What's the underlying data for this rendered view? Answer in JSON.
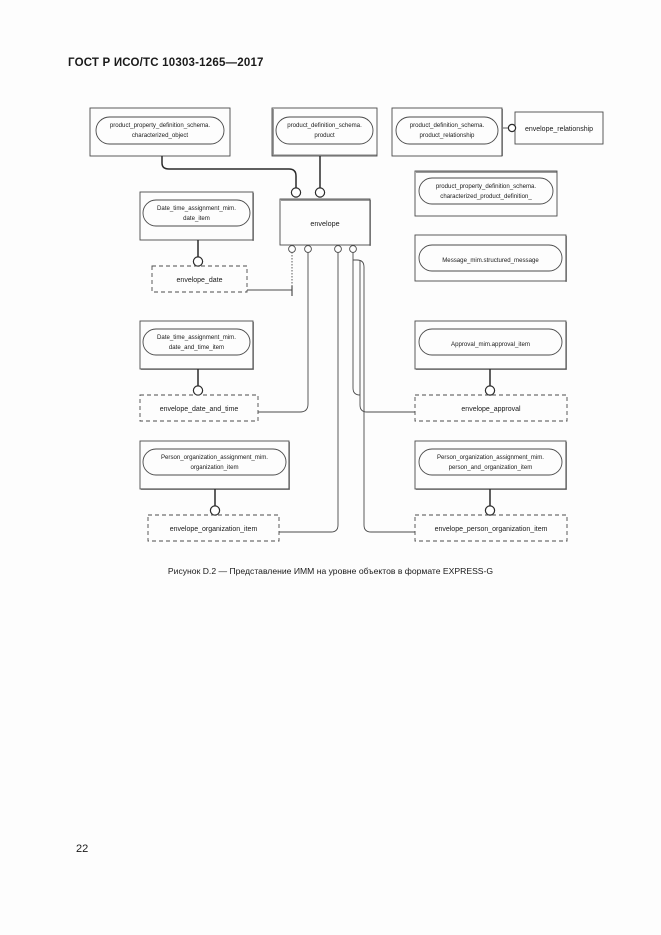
{
  "document": {
    "header": "ГОСТ Р ИСО/ТС 10303-1265—2017",
    "page_number": "22",
    "caption": "Рисунок D.2 — Представление ИММ на уровне объектов в формате EXPRESS-G"
  },
  "diagram": {
    "type": "EXPRESS-G object level entity diagram",
    "entity_boxes": [
      {
        "id": "characterized_object",
        "line1": "product_property_definition_schema.",
        "line2": "characterized_object"
      },
      {
        "id": "product",
        "line1": "product_definition_schema.",
        "line2": "product"
      },
      {
        "id": "product_relationship",
        "line1": "product_definition_schema.",
        "line2": "product_relationship"
      },
      {
        "id": "characterized_product_definition",
        "line1": "product_property_definition_schema.",
        "line2": "characterized_product_definition_"
      },
      {
        "id": "date_item",
        "line1": "Date_time_assignment_mim.",
        "line2": "date_item"
      },
      {
        "id": "structured_message",
        "line1": "Message_mim.structured_message",
        "line2": ""
      },
      {
        "id": "date_and_time_item",
        "line1": "Date_time_assignment_mim.",
        "line2": "date_and_time_item"
      },
      {
        "id": "approval_item",
        "line1": "Approval_mim.approval_item",
        "line2": ""
      },
      {
        "id": "organization_item",
        "line1": "Person_organization_assignment_mim.",
        "line2": "organization_item"
      },
      {
        "id": "person_and_organization_item",
        "line1": "Person_organization_assignment_mim.",
        "line2": "person_and_organization_item"
      }
    ],
    "envelope_entity": {
      "id": "envelope",
      "label": "envelope"
    },
    "relationship_boxes": [
      {
        "id": "envelope_relationship",
        "label": "envelope_relationship",
        "style": "solid"
      },
      {
        "id": "envelope_date",
        "label": "envelope_date",
        "style": "dashed"
      },
      {
        "id": "envelope_date_and_time",
        "label": "envelope_date_and_time",
        "style": "dashed"
      },
      {
        "id": "envelope_approval",
        "label": "envelope_approval",
        "style": "dashed"
      },
      {
        "id": "envelope_organization_item",
        "label": "envelope_organization_item",
        "style": "dashed"
      },
      {
        "id": "envelope_person_organization_item",
        "label": "envelope_person_organization_item",
        "style": "dashed"
      }
    ]
  }
}
